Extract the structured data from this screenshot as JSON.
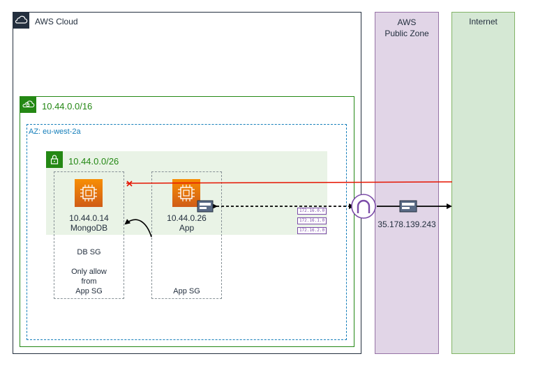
{
  "aws_cloud": {
    "label": "AWS Cloud"
  },
  "public_zone": {
    "label_line1": "AWS",
    "label_line2": "Public Zone"
  },
  "internet": {
    "label": "Internet"
  },
  "vpc": {
    "cidr": "10.44.0.0/16"
  },
  "az": {
    "label": "AZ: eu-west-2a"
  },
  "subnet": {
    "cidr": "10.44.0.0/26"
  },
  "db_instance": {
    "ip": "10.44.0.14",
    "name": "MongoDB"
  },
  "app_instance": {
    "ip": "10.44.0.26",
    "name": "App"
  },
  "db_sg": {
    "name": "DB SG",
    "rule_line1": "Only allow",
    "rule_line2": "from",
    "rule_line3": "App SG"
  },
  "app_sg": {
    "name": "App SG"
  },
  "internet_gateway": {
    "public_ip": "35.178.139.243"
  },
  "route_table": {
    "entries": [
      "172.16.0.0",
      "172.16.1.0",
      "172.16.2.0"
    ]
  },
  "colors": {
    "vpc_green": "#248814",
    "az_blue": "#147eba",
    "ec2_orange": "#f78e04",
    "blocked_red": "#e51400",
    "public_zone_fill": "#e1d5e7",
    "internet_fill": "#d5e8d4",
    "gateway_purple": "#7b4ba8"
  },
  "icons": [
    "cloud-icon",
    "vpc-lock-icon",
    "subnet-lock-icon",
    "ec2-instance-icon",
    "network-interface-icon",
    "internet-gateway-icon",
    "route-table-icon",
    "blocked-x-icon"
  ]
}
